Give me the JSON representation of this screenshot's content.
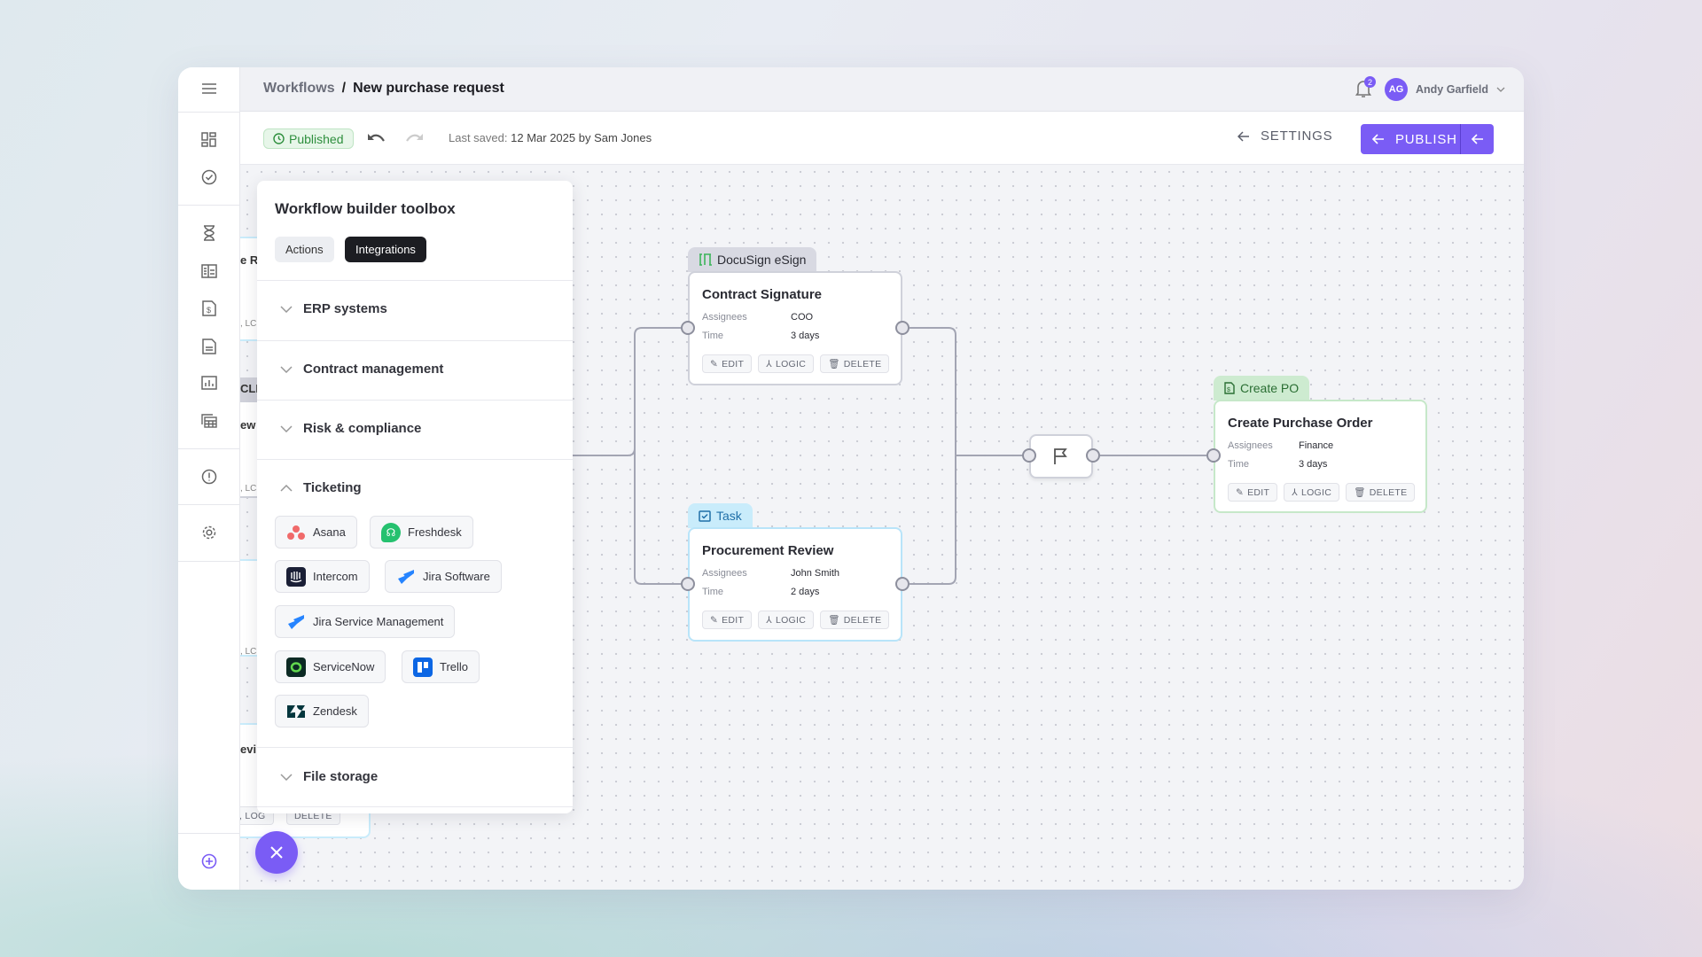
{
  "header": {
    "breadcrumb_parent": "Workflows",
    "breadcrumb_separator": "/",
    "breadcrumb_current": "New purchase request",
    "notification_count": "2",
    "user_initials": "AG",
    "user_name": "Andy Garfield"
  },
  "toolbar": {
    "status": "Published",
    "last_saved_label": "Last saved:",
    "last_saved_value": "12 Mar 2025 by Sam Jones",
    "settings_label": "SETTINGS",
    "publish_label": "PUBLISH"
  },
  "sidebar": {
    "icons": [
      "menu-icon",
      "dashboard-icon",
      "check-circle-icon",
      "hourglass-icon",
      "table-icon",
      "invoice-icon",
      "document-icon",
      "chart-icon",
      "spreadsheet-icon",
      "alert-icon",
      "settings-icon",
      "add-icon"
    ]
  },
  "toolbox": {
    "title": "Workflow builder toolbox",
    "tabs": [
      {
        "label": "Actions",
        "active": false
      },
      {
        "label": "Integrations",
        "active": true
      }
    ],
    "sections": [
      {
        "label": "ERP systems",
        "expanded": false
      },
      {
        "label": "Contract management",
        "expanded": false
      },
      {
        "label": "Risk & compliance",
        "expanded": false
      },
      {
        "label": "Ticketing",
        "expanded": true
      },
      {
        "label": "File storage",
        "expanded": false
      }
    ],
    "ticketing": [
      "Asana",
      "Freshdesk",
      "Intercom",
      "Jira Software",
      "Jira Service Management",
      "ServiceNow",
      "Trello",
      "Zendesk"
    ]
  },
  "nodes": {
    "contract": {
      "tag": "DocuSign eSign",
      "title": "Contract Signature",
      "assignees_label": "Assignees",
      "assignees": "COO",
      "time_label": "Time",
      "time": "3 days"
    },
    "review": {
      "tag": "Task",
      "title": "Procurement Review",
      "assignees_label": "Assignees",
      "assignees": "John Smith",
      "time_label": "Time",
      "time": "2 days"
    },
    "po": {
      "tag": "Create PO",
      "title": "Create Purchase Order",
      "assignees_label": "Assignees",
      "assignees": "Finance",
      "time_label": "Time",
      "time": "3 days"
    },
    "actions": {
      "edit": "EDIT",
      "logic": "LOGIC",
      "delete": "DELETE"
    }
  },
  "hidden_fragments": {
    "a": "e R",
    "b": ", LC",
    "c": "CLI",
    "d": "ew",
    "e": ", LC",
    "f": ", LC",
    "g": "evi",
    "h": ", LOG",
    "i": "DELETE"
  },
  "colors": {
    "accent": "#7a5cf5",
    "docusign_tag": "#d8d9e2",
    "task_tag": "#c9ecfb",
    "po_tag": "#cdebd0"
  }
}
